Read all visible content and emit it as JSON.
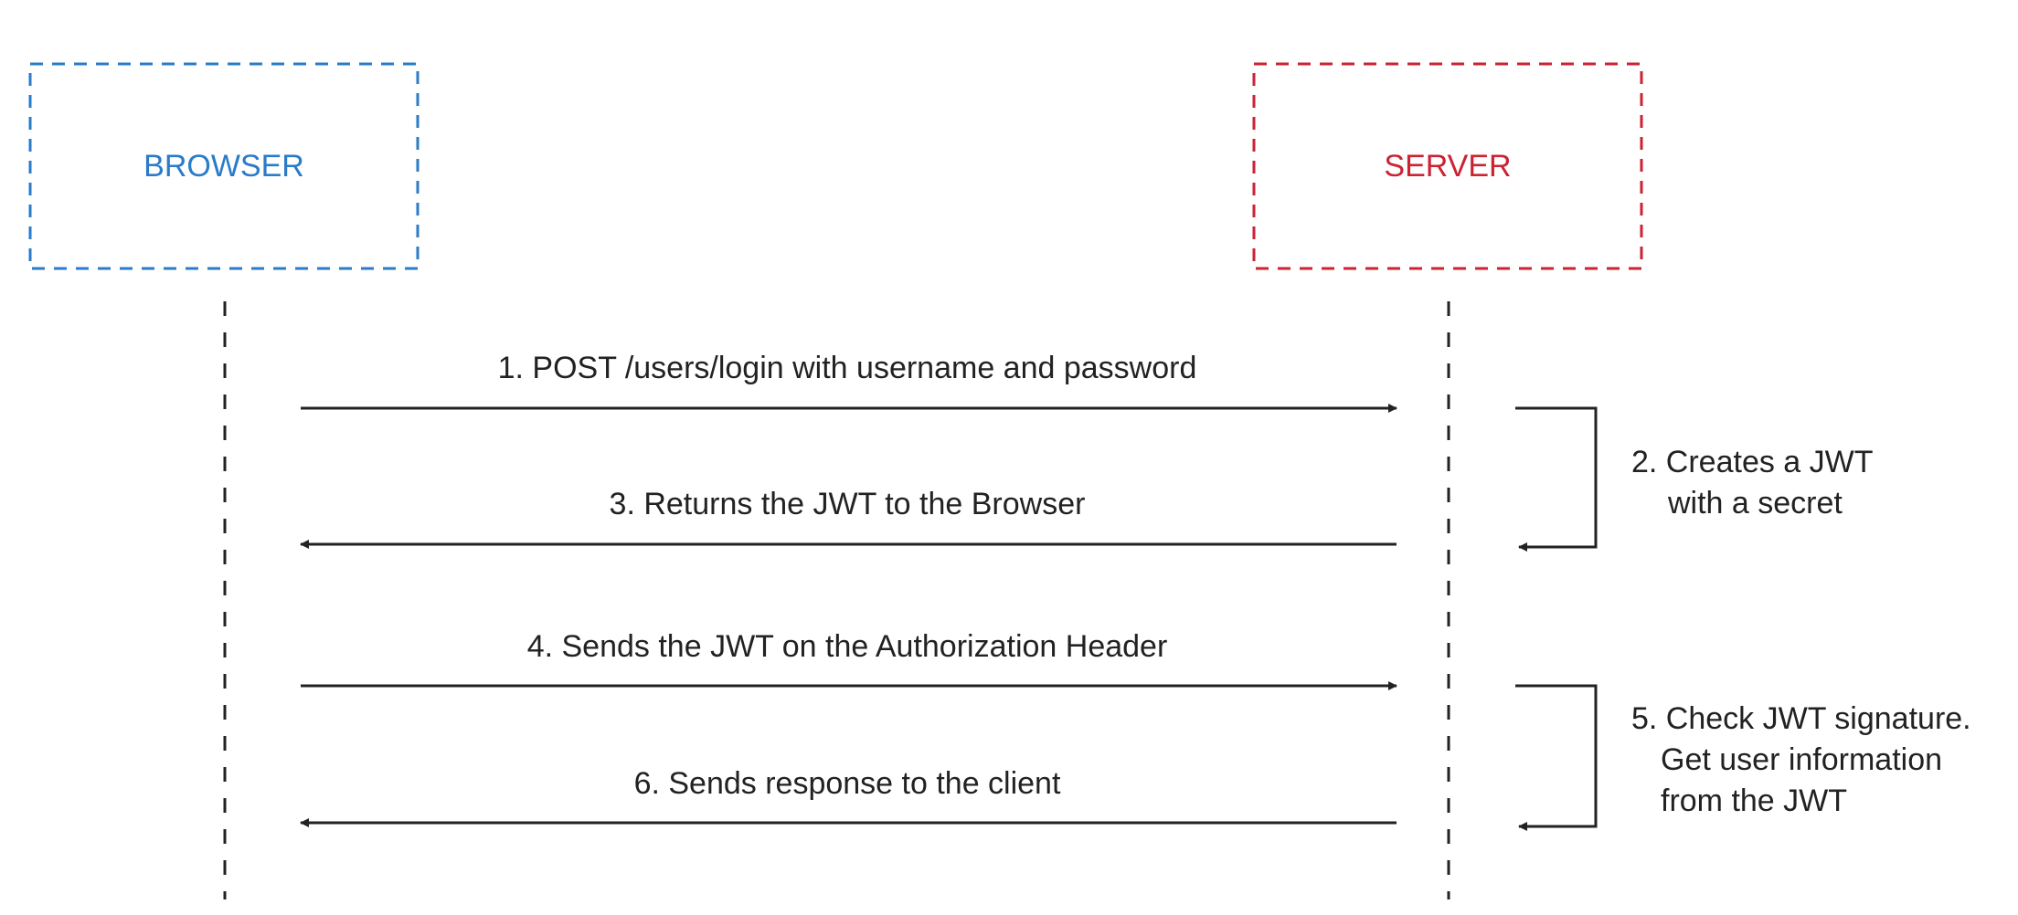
{
  "diagram": {
    "actors": {
      "browser": {
        "label": "BROWSER",
        "color": "#2a7bc8"
      },
      "server": {
        "label": "SERVER",
        "color": "#cc2232"
      }
    },
    "messages": [
      {
        "label": "1. POST /users/login with username and password",
        "direction": "to-server"
      },
      {
        "label": "3. Returns the JWT to the Browser",
        "direction": "to-browser"
      },
      {
        "label": "4. Sends the JWT on the Authorization Header",
        "direction": "to-server"
      },
      {
        "label": "6. Sends response to the client",
        "direction": "to-browser"
      }
    ],
    "notes": [
      {
        "lines": [
          "2. Creates a JWT",
          "with a secret"
        ]
      },
      {
        "lines": [
          "5. Check JWT signature.",
          "Get user information",
          "from the JWT"
        ]
      }
    ],
    "line_color": "#222222"
  }
}
